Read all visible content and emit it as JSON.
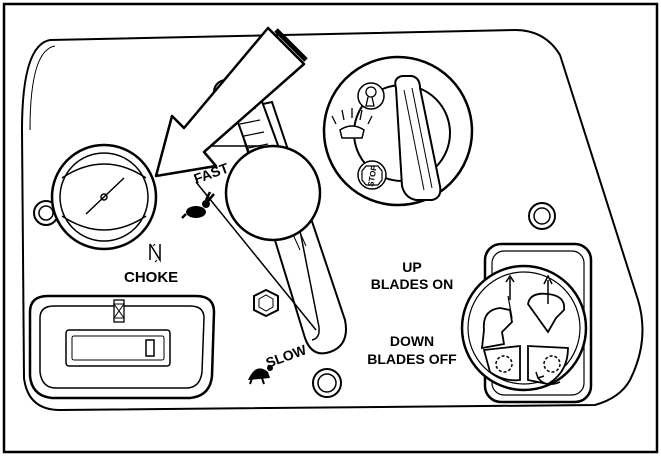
{
  "labels": {
    "choke": "CHOKE",
    "fast": "FAST",
    "slow": "SLOW",
    "up": "UP",
    "blades_on": "BLADES ON",
    "down": "DOWN",
    "blades_off": "BLADES OFF",
    "stop": "STOP"
  },
  "icons": [
    "choke-icon",
    "rabbit-icon",
    "turtle-icon",
    "headlight-icon",
    "start-icon",
    "hour-meter-icon",
    "pointer-arrow-icon"
  ],
  "colors": {
    "ink": "#000000",
    "panel": "#ffffff",
    "pointer": "#ffffff"
  }
}
